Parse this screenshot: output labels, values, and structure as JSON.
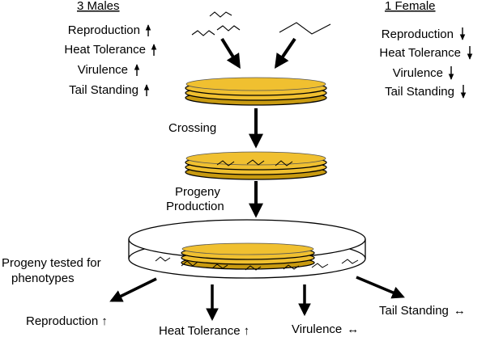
{
  "males": {
    "header": "3 Males",
    "traits": [
      "Reproduction",
      "Heat Tolerance",
      "Virulence",
      "Tail Standing"
    ],
    "direction": "up"
  },
  "female": {
    "header": "1 Female",
    "traits": [
      "Reproduction",
      "Heat Tolerance",
      "Virulence",
      "Tail Standing"
    ],
    "direction": "down"
  },
  "steps": {
    "crossing": "Crossing",
    "progeny_production_line1": "Progeny",
    "progeny_production_line2": "Production",
    "tested_line1": "Progeny tested for",
    "tested_line2": "phenotypes"
  },
  "outcomes": [
    {
      "label": "Reproduction",
      "arrow": "↑"
    },
    {
      "label": "Heat Tolerance",
      "arrow": "↑"
    },
    {
      "label": "Virulence",
      "arrow": "↔"
    },
    {
      "label": "Tail Standing",
      "arrow": "↔"
    }
  ],
  "colors": {
    "dish_yellow": "#F0C030",
    "dish_yellow_dark": "#C89A10",
    "large_dish_fill": "#FFFFFF",
    "stroke": "#000000"
  }
}
